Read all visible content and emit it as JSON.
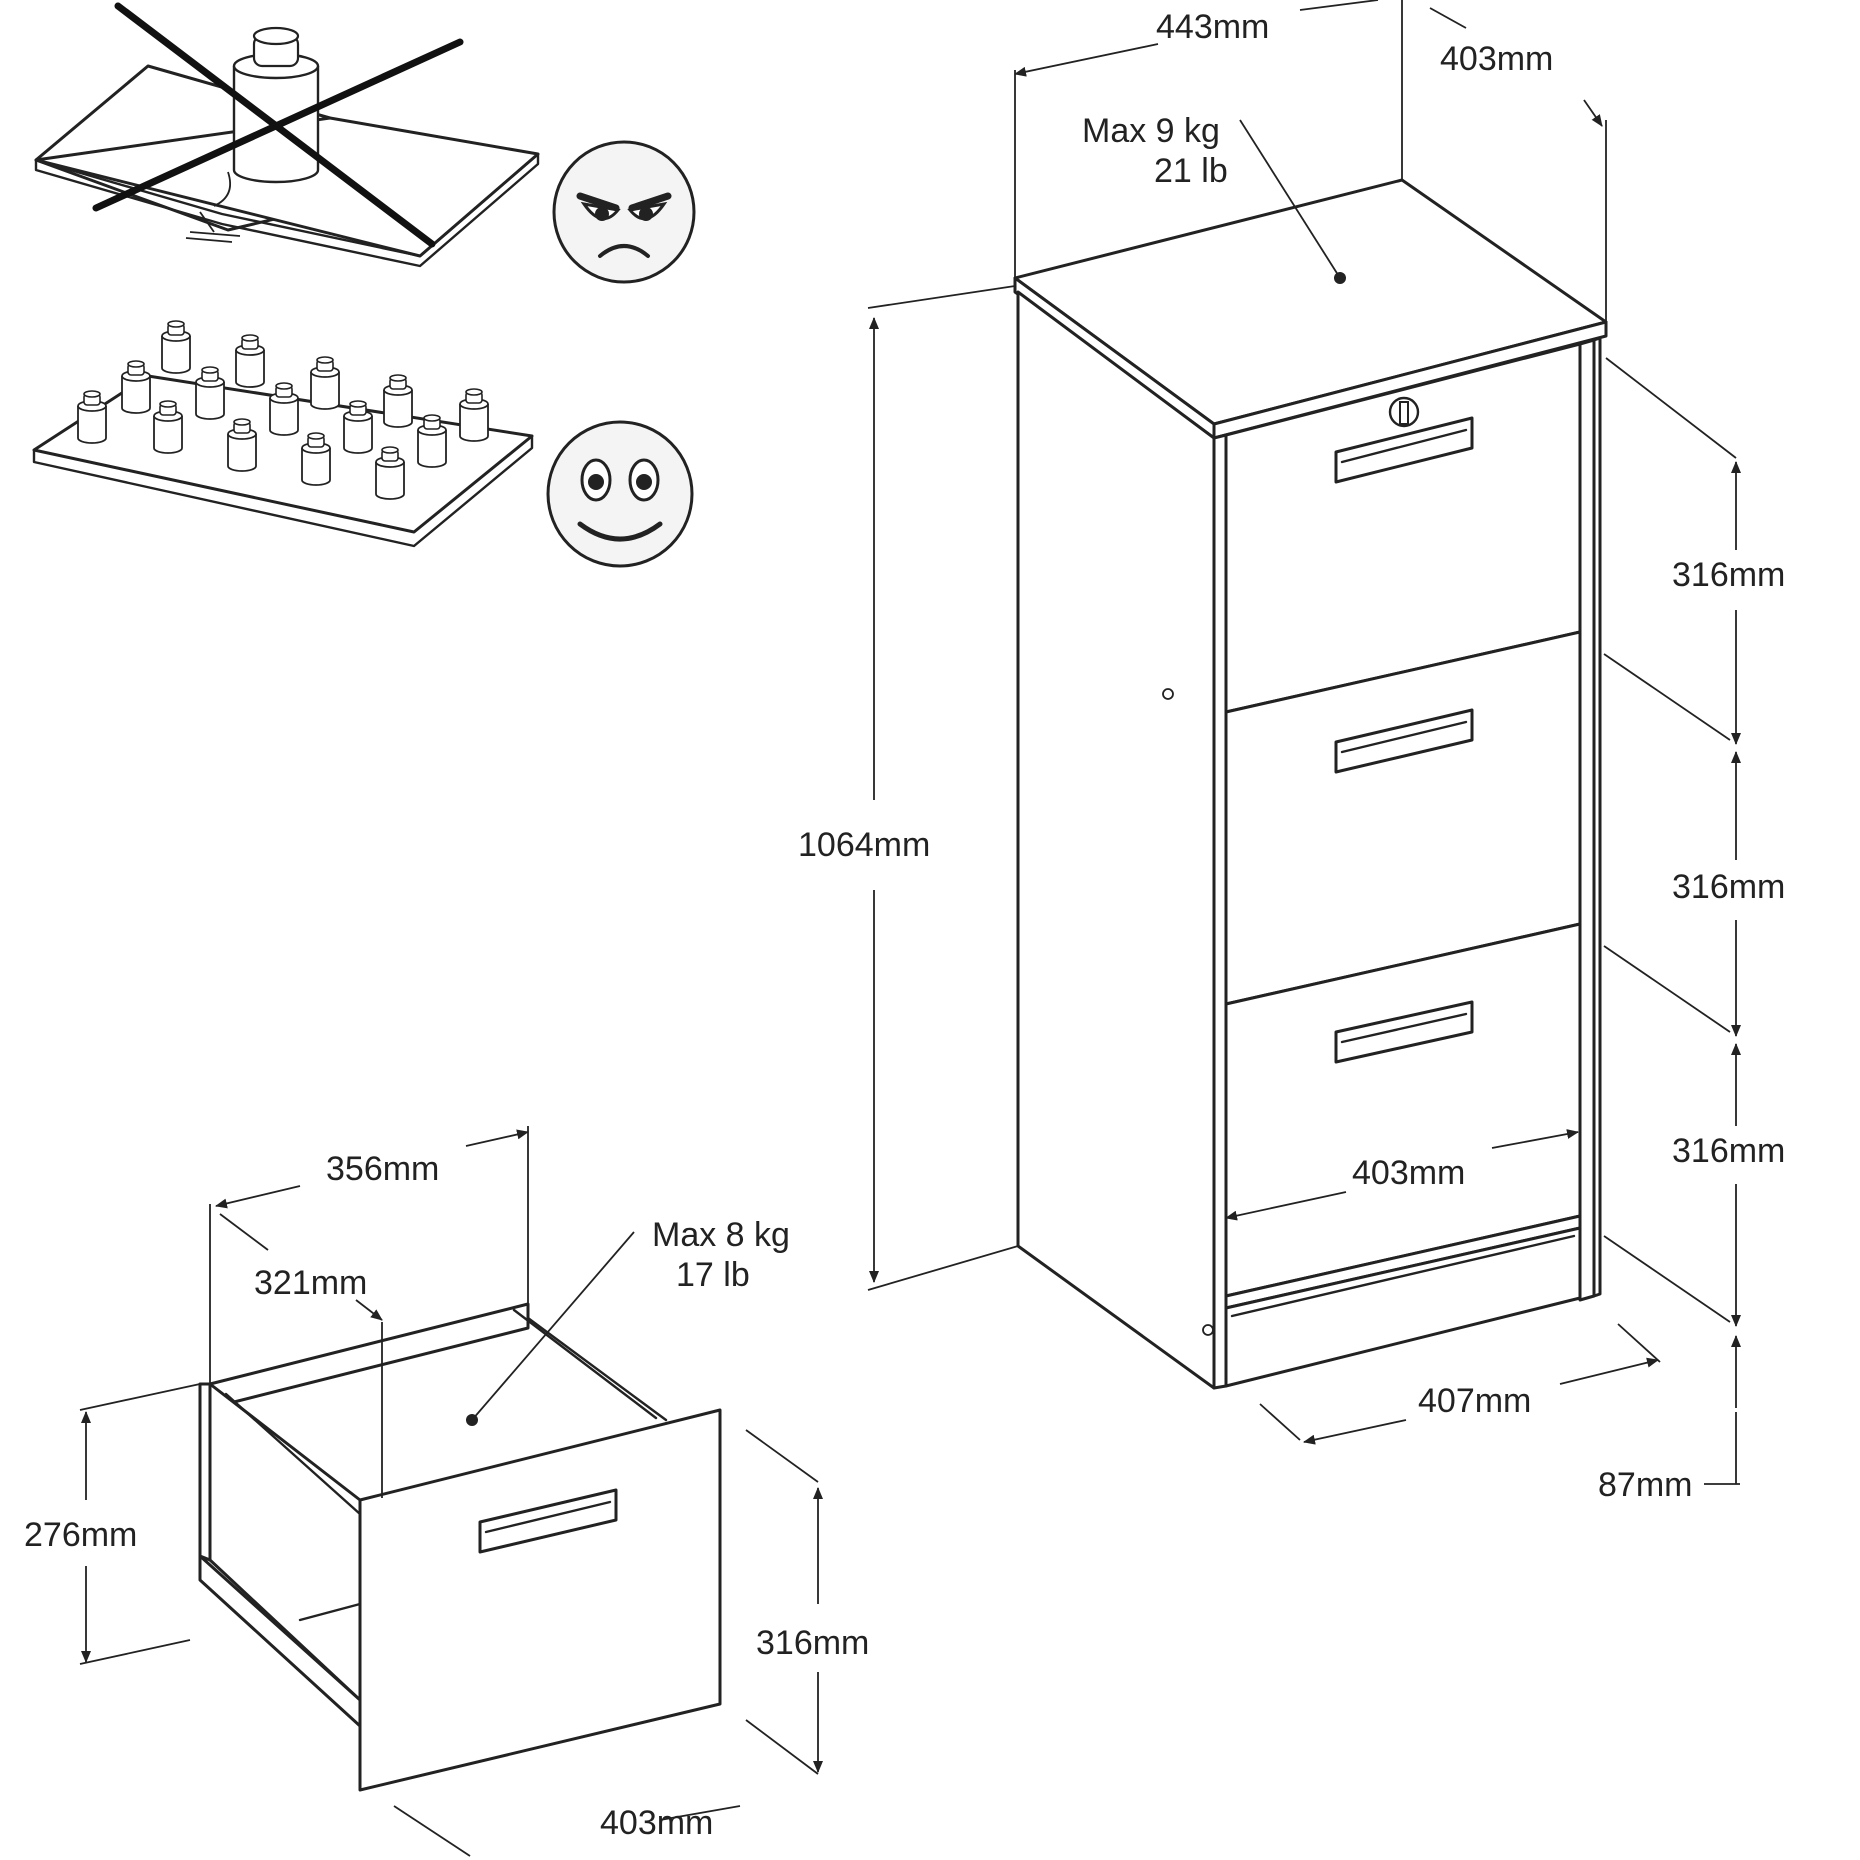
{
  "colors": {
    "line": "#222222",
    "background": "#ffffff"
  },
  "cabinet": {
    "width_top": "443mm",
    "depth_top": "403mm",
    "height": "1064mm",
    "top_load_kg": "Max 9 kg",
    "top_load_lb": "21 lb",
    "drawer_height_1": "316mm",
    "drawer_height_2": "316mm",
    "drawer_height_3": "316mm",
    "plinth_height": "87mm",
    "inner_width": "403mm",
    "base_width": "407mm"
  },
  "drawer": {
    "outer_width": "356mm",
    "inner_depth": "321mm",
    "side_height": "276mm",
    "front_height": "316mm",
    "front_width": "403mm",
    "load_kg": "Max 8 kg",
    "load_lb": "17 lb"
  },
  "icons": {
    "point_load": "point-load-shelf-icon",
    "distributed_load": "distributed-load-shelf-icon",
    "angry_face": "angry-face-icon",
    "happy_face": "happy-face-icon",
    "cross": "cross-out-icon"
  }
}
